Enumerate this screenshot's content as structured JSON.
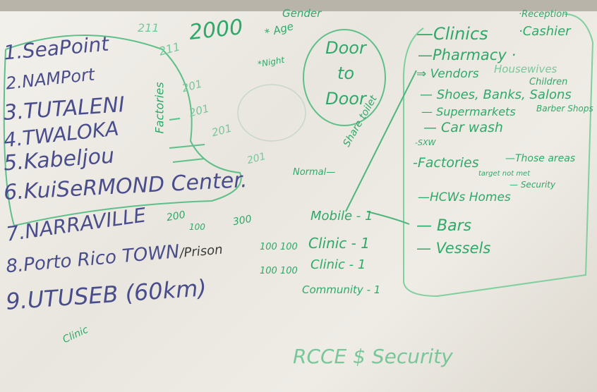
{
  "locations": [
    {
      "num": "1.",
      "name": "SeaPoint"
    },
    {
      "num": "2.",
      "name": "NAMPort"
    },
    {
      "num": "3.",
      "name": "TUTALENI"
    },
    {
      "num": "4.",
      "name": "TWALOKA"
    },
    {
      "num": "5.",
      "name": "Kabeljou"
    },
    {
      "num": "6.",
      "name": "KuiSeRMOND Center."
    },
    {
      "num": "7.",
      "name": "NARRAVILLE"
    },
    {
      "num": "8.",
      "name": "Porto Rico TOWN"
    },
    {
      "num": "9.",
      "name": "UTUSEB (60km)"
    }
  ],
  "prison": "/Prison",
  "numbers": {
    "total": "2000",
    "n1": "211",
    "n2": "211",
    "n3": "201",
    "n4": "201",
    "n5": "201",
    "n6": "201",
    "n7": "200",
    "n8": "100",
    "n9": "300",
    "row1": "100 100",
    "row2": "100 100"
  },
  "factories_label": "Factories",
  "criteria": {
    "gender": "Gender",
    "age": "* Age",
    "night": "*Night"
  },
  "door": "Door to Door",
  "normal": "Normal—",
  "share_toilet": "Share toilet",
  "teams": [
    "Mobile - 1",
    "Clinic - 1",
    "Clinic - 1",
    "Community - 1"
  ],
  "clinic_note": "Clinic",
  "footer": "RCCE $ Security",
  "sites": {
    "clinics": "—Clinics",
    "reception": "·Reception",
    "cashier": "·Cashier",
    "pharmacy": "—Pharmacy ·",
    "vendors": "⇒ Vendors",
    "housewives": "Housewives",
    "children": "Children",
    "shoes": "— Shoes, Banks, Salons",
    "barber": "Barber Shops",
    "supermarkets": "— Supermarkets",
    "carwash": "— Car wash",
    "sxw": "-SXW",
    "factories": "-Factories",
    "those_areas": "—Those areas",
    "target": "target not met",
    "security": "— Security",
    "hcw": "—HCWs Homes",
    "bars": "— Bars",
    "vessels": "— Vessels"
  }
}
